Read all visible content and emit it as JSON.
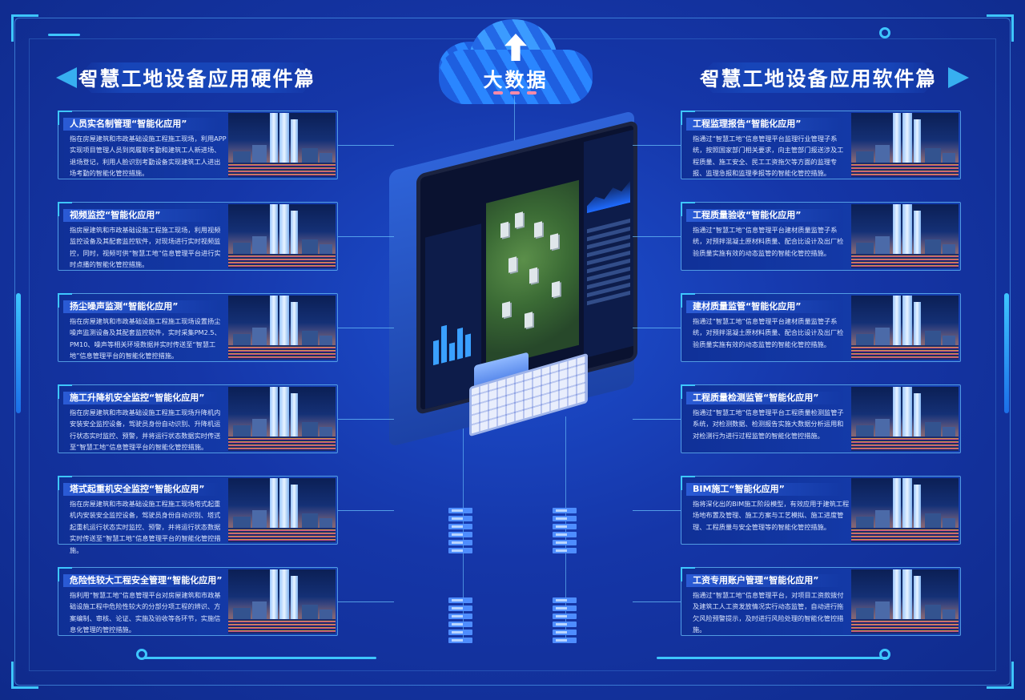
{
  "cloud": {
    "label": "大数据"
  },
  "sections": {
    "hardware_title": "智慧工地设备应用硬件篇",
    "software_title": "智慧工地设备应用软件篇"
  },
  "hardware_cards": [
    {
      "title": "人员实名制管理“智能化应用”",
      "body": "指在房屋建筑和市政基础设施工程施工现场，利用APP实现项目管理人员到岗履职考勤和建筑工人新进场、退场登记，利用人脸识别考勤设备实现建筑工人进出场考勤的智能化管控措施。"
    },
    {
      "title": "视频监控“智能化应用”",
      "body": "指房屋建筑和市政基础设施工程施工现场，利用视频监控设备及其配套监控软件，对现场进行实时视频监控，同时，视频可供“智慧工地”信息管理平台进行实时点播的智能化管控措施。"
    },
    {
      "title": "扬尘噪声监测“智能化应用”",
      "body": "指在房屋建筑和市政基础设施工程施工现场设置扬尘噪声监测设备及其配套监控软件，实时采集PM2.5、PM10、噪声等相关环境数据并实时传送至“智慧工地”信息管理平台的智能化管控措施。"
    },
    {
      "title": "施工升降机安全监控“智能化应用”",
      "body": "指在房屋建筑和市政基础设施工程施工现场升降机内安装安全监控设备，驾驶员身份自动识别、升降机运行状态实时监控、预警，并将运行状态数据实时传送至“智慧工地”信息管理平台的智能化管控措施。"
    },
    {
      "title": "塔式起重机安全监控“智能化应用”",
      "body": "指在房屋建筑和市政基础设施工程施工现场塔式起重机内安装安全监控设备，驾驶员身份自动识别、塔式起重机运行状态实时监控、预警，并将运行状态数据实时传送至“智慧工地”信息管理平台的智能化管控措施。"
    },
    {
      "title": "危险性较大工程安全管理“智能化应用”",
      "body": "指利用“智慧工地”信息管理平台对房屋建筑和市政基础设施工程中危险性较大的分部分项工程的辨识、方案编制、审核、论证、实施及验收等各环节，实施信息化管理的管控措施。"
    }
  ],
  "software_cards": [
    {
      "title": "工程监理报告“智能化应用”",
      "body": "指通过“智慧工地”信息管理平台监理行业管理子系统，按照国家部门相关要求，向主管部门报送涉及工程质量、施工安全、民工工资拖欠等方面的监理专报、监理急报和监理季报等的智能化管控措施。"
    },
    {
      "title": "工程质量验收“智能化应用”",
      "body": "指通过“智慧工地”信息管理平台建材质量监管子系统，对预拌混凝土原材料质量、配合比设计及出厂检验质量实施有效的动态监管的智能化管控措施。"
    },
    {
      "title": "建材质量监管“智能化应用”",
      "body": "指通过“智慧工地”信息管理平台建材质量监管子系统，对预拌混凝土原材料质量、配合比设计及出厂检验质量实施有效的动态监管的智能化管控措施。"
    },
    {
      "title": "工程质量检测监管“智能化应用”",
      "body": "指通过“智慧工地”信息管理平台工程质量检测监管子系统，对检测数据、检测报告实施大数据分析运用和对检测行为进行过程监管的智能化管控措施。"
    },
    {
      "title": "BIM施工“智能化应用”",
      "body": "指将深化出的BIM施工阶段模型，有效应用于建筑工程场地布置及管理、施工方案与工艺模拟、施工进度管理、工程质量与安全管理等的智能化管控措施。"
    },
    {
      "title": "工资专用账户管理“智能化应用”",
      "body": "指通过“智慧工地”信息管理平台，对项目工资款拨付及建筑工人工资发放情况实行动态监管，自动进行拖欠风险预警提示，及时进行风险处理的智能化管控措施。"
    }
  ],
  "colors": {
    "background": "#1536a8",
    "accent": "#3ec6ff",
    "card_border": "#6ec8ff"
  }
}
